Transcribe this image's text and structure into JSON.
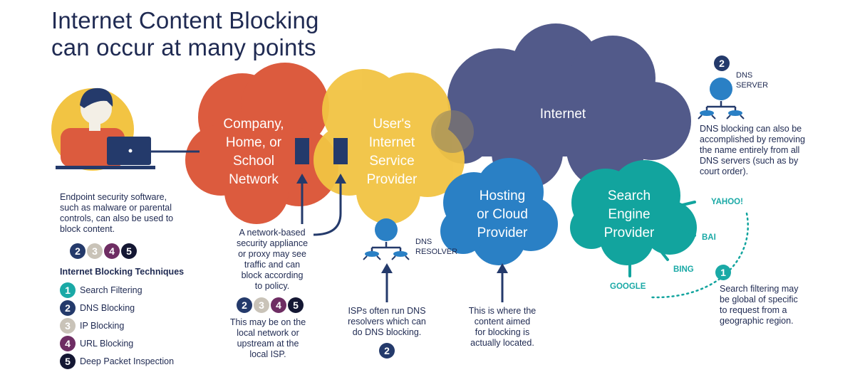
{
  "title": {
    "line1": "Internet Content Blocking",
    "line2": "can occur at many points"
  },
  "colors": {
    "navy": "#243a6b",
    "company_cloud": "#dc5b3e",
    "isp_cloud": "#f2c443",
    "internet_cloud": "#525a8a",
    "hosting_cloud": "#2a80c5",
    "search_cloud": "#12a49e",
    "teal": "#1aa9a6",
    "badge_1": "#1aa9a6",
    "badge_2": "#243a6b",
    "badge_3": "#c9c3b8",
    "badge_4": "#6e2d63",
    "badge_5": "#141733"
  },
  "clouds": {
    "company": [
      "Company,",
      "Home, or",
      "School",
      "Network"
    ],
    "isp": [
      "User's",
      "Internet",
      "Service",
      "Provider"
    ],
    "internet": [
      "Internet"
    ],
    "hosting": [
      "Hosting",
      "or Cloud",
      "Provider"
    ],
    "search": [
      "Search",
      "Engine",
      "Provider"
    ]
  },
  "notes": {
    "endpoint": [
      "Endpoint security software,",
      "such as malware or parental",
      "controls, can also be used to",
      "block content."
    ],
    "appliance": [
      "A network-based",
      "security appliance",
      "or proxy may see",
      "traffic and can",
      "block according",
      "to policy."
    ],
    "local": [
      "This may be on the",
      "local network or",
      "upstream at the",
      "local ISP."
    ],
    "isp_dns": [
      "ISPs often run DNS",
      "resolvers which can",
      "do DNS blocking."
    ],
    "hosting": [
      "This is where the",
      "content aimed",
      "for blocking is",
      "actually located."
    ],
    "dns_server": [
      "DNS blocking can also be",
      "accomplished by removing",
      "the name entirely from all",
      "DNS servers (such as by",
      "court order)."
    ],
    "search_filter": [
      "Search filtering may",
      "be global of specific",
      "to request from a",
      "geographic region."
    ]
  },
  "dns": {
    "resolver": [
      "DNS",
      "RESOLVER"
    ],
    "server": [
      "DNS",
      "SERVER"
    ]
  },
  "engines": {
    "yahoo": "YAHOO!",
    "bai": "BAI",
    "bing": "BING",
    "google": "GOOGLE"
  },
  "badges": {
    "endpoint": [
      "2",
      "3",
      "4",
      "5"
    ],
    "network": [
      "2",
      "3",
      "4",
      "5"
    ],
    "resolver": "2",
    "server": "2",
    "search": "1"
  },
  "legend": {
    "title": "Internet Blocking Techniques",
    "items": [
      {
        "num": "1",
        "label": "Search Filtering"
      },
      {
        "num": "2",
        "label": "DNS Blocking"
      },
      {
        "num": "3",
        "label": "IP Blocking"
      },
      {
        "num": "4",
        "label": "URL Blocking"
      },
      {
        "num": "5",
        "label": "Deep Packet Inspection"
      }
    ]
  }
}
